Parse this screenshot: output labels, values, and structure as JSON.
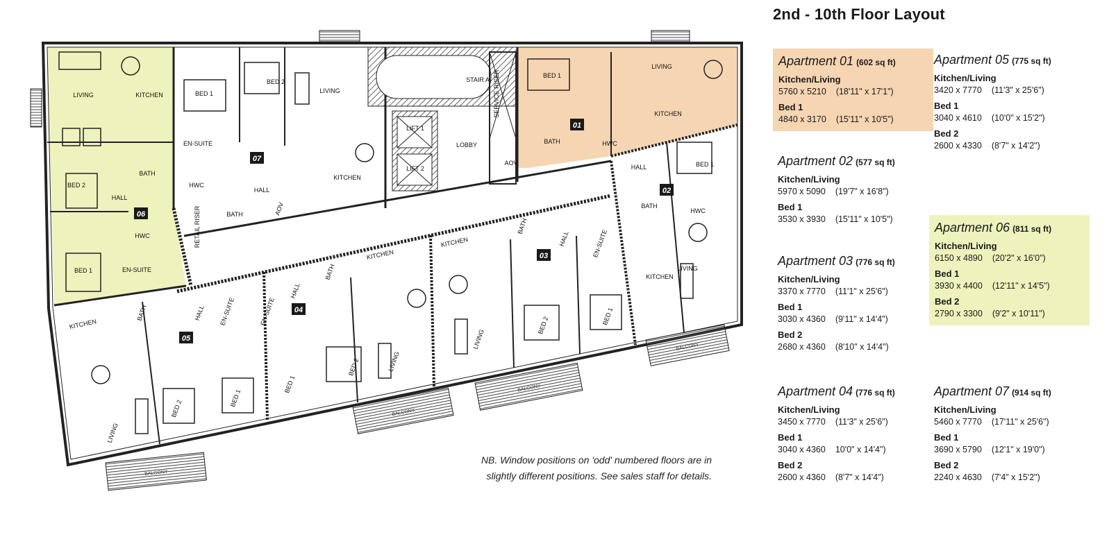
{
  "title": "2nd - 10th Floor Layout",
  "colors": {
    "apartment_01": "#f6d5b2",
    "apartment_06": "#eef2bc",
    "wall": "#222222",
    "badge": "#1a1a1a"
  },
  "apartments": [
    {
      "name": "Apartment 01",
      "area": "(602 sq ft)",
      "rooms": [
        {
          "label": "Kitchen/Living",
          "metric": "5760 x 5210",
          "imperial": "(18'11\" x 17'1\")"
        },
        {
          "label": "Bed 1",
          "metric": "4840 x 3170",
          "imperial": "(15'11\" x 10'5\")"
        }
      ]
    },
    {
      "name": "Apartment 02",
      "area": "(577 sq ft)",
      "rooms": [
        {
          "label": "Kitchen/Living",
          "metric": "5970 x 5090",
          "imperial": "(19'7\" x 16'8\")"
        },
        {
          "label": "Bed 1",
          "metric": "3530 x 3930",
          "imperial": "(15'11\" x 10'5\")"
        }
      ]
    },
    {
      "name": "Apartment 03",
      "area": "(776 sq ft)",
      "rooms": [
        {
          "label": "Kitchen/Living",
          "metric": "3370 x 7770",
          "imperial": "(11'1\" x 25'6\")"
        },
        {
          "label": "Bed 1",
          "metric": "3030 x 4360",
          "imperial": "(9'11\" x 14'4\")"
        },
        {
          "label": "Bed 2",
          "metric": "2680 x 4360",
          "imperial": "(8'10\" x 14'4\")"
        }
      ]
    },
    {
      "name": "Apartment 04",
      "area": "(776 sq ft)",
      "rooms": [
        {
          "label": "Kitchen/Living",
          "metric": "3450 x 7770",
          "imperial": "(11'3\" x 25'6\")"
        },
        {
          "label": "Bed 1",
          "metric": "3040 x 4360",
          "imperial": "10'0\" x 14'4\")"
        },
        {
          "label": "Bed 2",
          "metric": "2600 x 4360",
          "imperial": "(8'7\" x 14'4\")"
        }
      ]
    },
    {
      "name": "Apartment 05",
      "area": "(775 sq ft)",
      "rooms": [
        {
          "label": "Kitchen/Living",
          "metric": "3420 x 7770",
          "imperial": "(11'3\" x 25'6\")"
        },
        {
          "label": "Bed 1",
          "metric": "3040 x 4610",
          "imperial": "(10'0\" x 15'2\")"
        },
        {
          "label": "Bed 2",
          "metric": "2600 x 4330",
          "imperial": "(8'7\" x 14'2\")"
        }
      ]
    },
    {
      "name": "Apartment 06",
      "area": "(811 sq ft)",
      "rooms": [
        {
          "label": "Kitchen/Living",
          "metric": "6150 x 4890",
          "imperial": "(20'2\" x 16'0\")"
        },
        {
          "label": "Bed 1",
          "metric": "3930 x 4400",
          "imperial": "(12'11\" x 14'5\")"
        },
        {
          "label": "Bed 2",
          "metric": "2790 x 3300",
          "imperial": "(9'2\" x 10'11\")"
        }
      ]
    },
    {
      "name": "Apartment 07",
      "area": "(914 sq ft)",
      "rooms": [
        {
          "label": "Kitchen/Living",
          "metric": "5460 x 7770",
          "imperial": "(17'11\" x 25'6\")"
        },
        {
          "label": "Bed 1",
          "metric": "3690 x 5790",
          "imperial": "(12'1\" x 19'0\")"
        },
        {
          "label": "Bed 2",
          "metric": "2240 x 4630",
          "imperial": "(7'4\" x 15'2\")"
        }
      ]
    }
  ],
  "plan": {
    "unit_badges": [
      "06",
      "07",
      "01",
      "02",
      "03",
      "04",
      "05"
    ],
    "balcony_label": "BALCONY",
    "rooms": [
      "LIVING",
      "KITCHEN",
      "BATH",
      "BED 2",
      "HALL",
      "HWC",
      "EN-SUITE",
      "BED 1",
      "BED 1",
      "BED 2",
      "LIVING",
      "EN-SUITE",
      "HALL",
      "KITCHEN",
      "BATH",
      "HWC",
      "RETAIL RISER",
      "AOV",
      "STAIR A",
      "LIFT 1",
      "LIFT 2",
      "LOBBY",
      "SERVICE RISER",
      "AOV",
      "BED 1",
      "LIVING",
      "KITCHEN",
      "BATH",
      "HWC",
      "HALL",
      "BED 1",
      "BATH",
      "HWC",
      "LIVING",
      "KITCHEN",
      "KITCHEN",
      "BATH",
      "HALL",
      "EN-SUITE",
      "LIVING",
      "BED 2",
      "BED 1",
      "KITCHEN",
      "EN-SUITE",
      "HALL",
      "BATH",
      "BED 1",
      "BED 2",
      "LIVING",
      "KITCHEN",
      "BATH",
      "HALL",
      "EN-SUITE",
      "BED 2",
      "LIVING",
      "BED 1"
    ]
  },
  "note": [
    "NB. Window positions on 'odd' numbered floors are in",
    "slightly different positions. See sales staff for details."
  ]
}
